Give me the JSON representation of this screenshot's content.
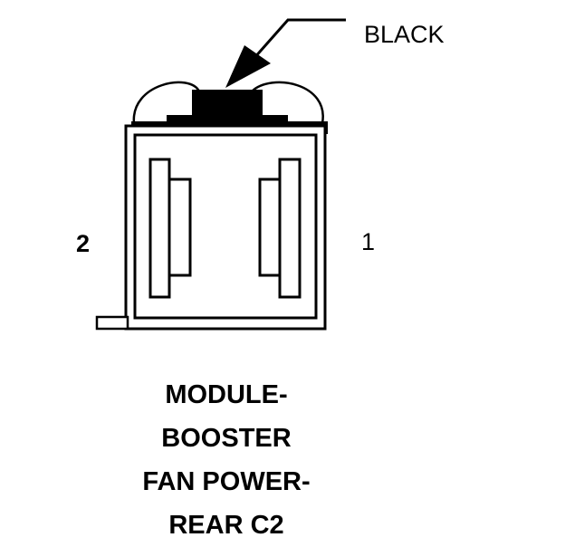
{
  "callout": {
    "color_label": "BLACK"
  },
  "pins": {
    "left": "2",
    "right": "1"
  },
  "caption": {
    "lines": [
      "MODULE-",
      "BOOSTER",
      "FAN POWER-",
      "REAR C2"
    ]
  },
  "colors": {
    "ink": "#000000",
    "paper": "#ffffff"
  }
}
